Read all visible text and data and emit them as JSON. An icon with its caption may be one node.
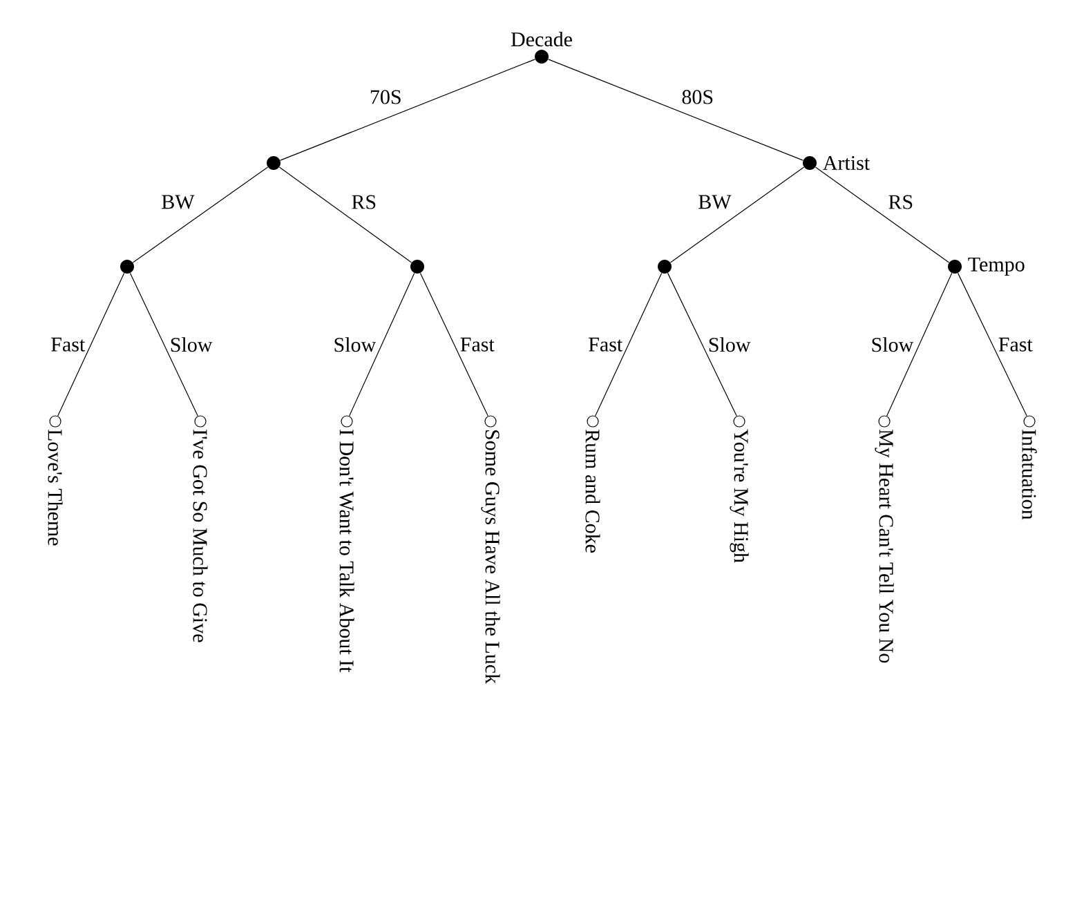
{
  "diagram": {
    "nodes": [
      {
        "text": [
          "Decade"
        ]
      },
      {
        "text": [],
        "shape": "circle"
      },
      {
        "text": [
          "Artist"
        ]
      },
      {
        "text": [],
        "shape": "circle"
      },
      {
        "text": [],
        "shape": "circle"
      },
      {
        "text": [],
        "shape": "circle"
      },
      {
        "text": [
          "Tempo"
        ]
      },
      {
        "text": [
          "Love's Theme"
        ]
      },
      {
        "text": [
          "I've Got So Much to Give"
        ]
      },
      {
        "text": [
          "I Don't Want to Talk About It"
        ]
      },
      {
        "text": [
          "Some Guys Have All the Luck"
        ]
      },
      {
        "text": [
          "Rum and Coke"
        ]
      },
      {
        "text": [
          "You're My High"
        ]
      },
      {
        "text": [
          "My Heart Can't Tell You No"
        ]
      },
      {
        "text": [
          "Infatuation"
        ]
      }
    ],
    "edges": [
      {
        "from": 0,
        "to": 1,
        "arrow": "none",
        "label": "70S"
      },
      {
        "from": 0,
        "to": 2,
        "arrow": "none",
        "label": "80S"
      },
      {
        "from": 1,
        "to": 3,
        "arrow": "none",
        "label": "BW"
      },
      {
        "from": 1,
        "to": 4,
        "arrow": "none",
        "label": "RS"
      },
      {
        "from": 2,
        "to": 5,
        "arrow": "none",
        "label": "BW"
      },
      {
        "from": 2,
        "to": 6,
        "arrow": "none",
        "label": "RS"
      },
      {
        "from": 3,
        "to": 7,
        "arrow": "none",
        "label": "Fast"
      },
      {
        "from": 3,
        "to": 8,
        "arrow": "none",
        "label": "Slow"
      },
      {
        "from": 4,
        "to": 9,
        "arrow": "none",
        "label": "Slow"
      },
      {
        "from": 4,
        "to": 10,
        "arrow": "none",
        "label": "Fast"
      },
      {
        "from": 5,
        "to": 11,
        "arrow": "none",
        "label": "Fast"
      },
      {
        "from": 5,
        "to": 12,
        "arrow": "none",
        "label": "Slow"
      },
      {
        "from": 6,
        "to": 13,
        "arrow": "none",
        "label": "Slow"
      },
      {
        "from": 6,
        "to": 14,
        "arrow": "none",
        "label": "Fast"
      }
    ]
  }
}
